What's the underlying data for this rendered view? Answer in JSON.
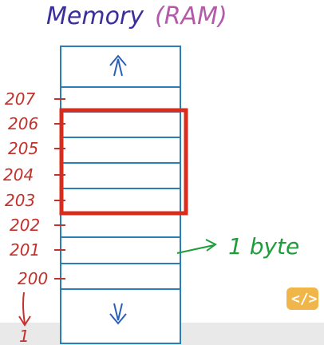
{
  "title": {
    "memory": "Memory",
    "ram": "(RAM)"
  },
  "addresses": [
    "207",
    "206",
    "205",
    "204",
    "203",
    "202",
    "201",
    "200"
  ],
  "bottom_label": "1",
  "note": "1 byte",
  "badge": "</>",
  "colors": {
    "memory_title": "#3a2f9c",
    "ram_title": "#b35aa8",
    "cell_border": "#2a7fb8",
    "highlight": "#d92c1c",
    "address_text": "#c4302b",
    "note_text": "#1f9d3a",
    "badge_bg": "#f0b64a"
  },
  "icons": {
    "top": "up-arrow-icon",
    "bottom": "down-arrow-icon",
    "badge": "code-icon"
  }
}
